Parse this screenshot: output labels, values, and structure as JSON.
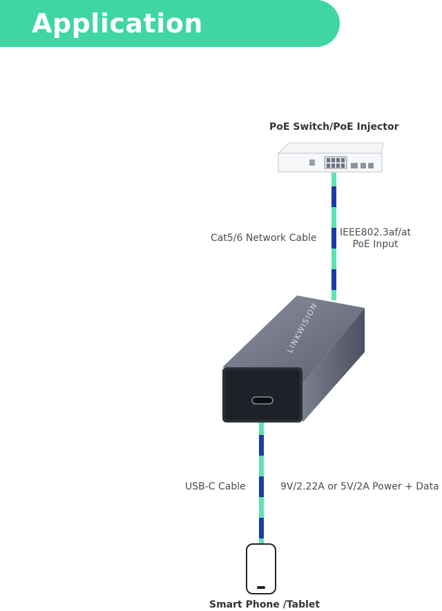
{
  "banner": {
    "title": "Application Diagram"
  },
  "nodes": {
    "switch": "PoE Switch/PoE Injector",
    "device_brand": "LINKWISION",
    "phone": "Smart Phone /Tablet"
  },
  "edges": {
    "network_cable": "Cat5/6 Network Cable",
    "poe_input_line1": "IEEE802.3af/at",
    "poe_input_line2": "PoE Input",
    "usb_cable": "USB-C Cable",
    "power_data": "9V/2.22A or 5V/2A Power + Data"
  },
  "colors": {
    "banner": "#3fd6a1",
    "cable_blue": "#1a3aa8",
    "cable_green": "#5ee3b0",
    "device_body": "#6a6f80"
  }
}
